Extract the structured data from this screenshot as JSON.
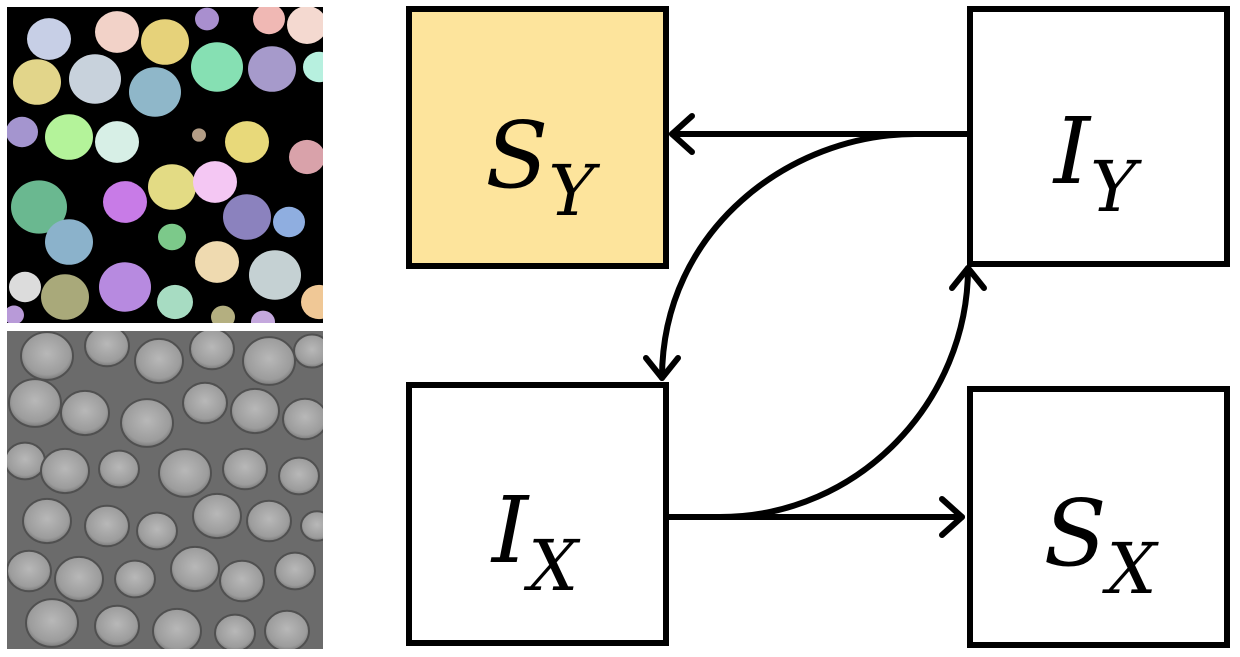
{
  "images": {
    "segmentation_mask": {
      "description_icon": "cell-segmentation-mask-image",
      "background": "#000000"
    },
    "microscopy": {
      "description_icon": "grayscale-cell-microscopy-image",
      "background": "#6e6e6e"
    }
  },
  "nodes": {
    "sy": {
      "symbol": "S",
      "subscript": "Y",
      "fill": "#fde49c"
    },
    "iy": {
      "symbol": "I",
      "subscript": "Y",
      "fill": "#ffffff"
    },
    "ix": {
      "symbol": "I",
      "subscript": "X",
      "fill": "#ffffff"
    },
    "sx": {
      "symbol": "S",
      "subscript": "X",
      "fill": "#ffffff"
    }
  },
  "edges": [
    {
      "from": "iy",
      "to": "sy"
    },
    {
      "from": "iy",
      "to": "ix"
    },
    {
      "from": "ix",
      "to": "iy"
    },
    {
      "from": "ix",
      "to": "sx"
    }
  ]
}
